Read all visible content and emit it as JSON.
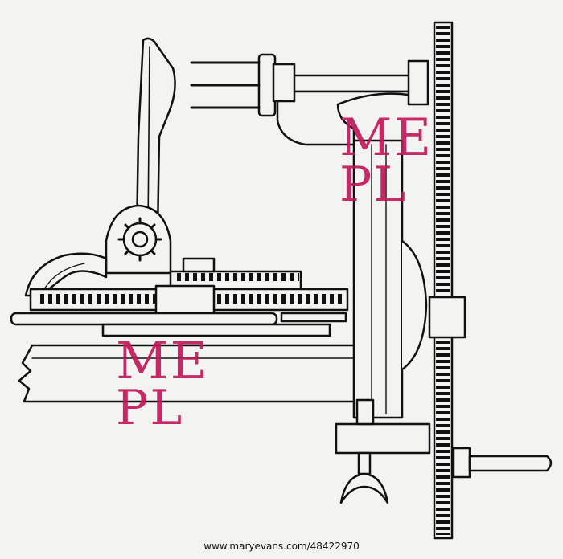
{
  "watermark": {
    "line1": "ME",
    "line2": "PL"
  },
  "credit": {
    "text": "www.maryevans.com/48422970"
  }
}
